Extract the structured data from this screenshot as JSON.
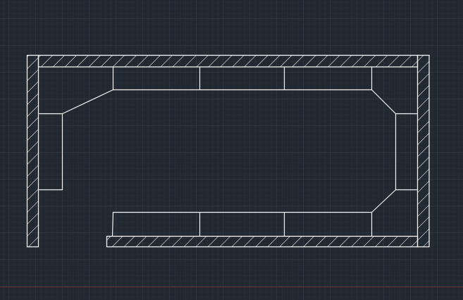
{
  "canvas": {
    "background_color": "#212830",
    "grid_minor_color": "#2a3240",
    "grid_major_color": "#354056",
    "x_axis_color": "#6a2a2e",
    "line_color": "#f2f2f2"
  },
  "drawing": {
    "type": "floor-plan",
    "elements": [
      "wall-left",
      "wall-top",
      "wall-right",
      "wall-bottom",
      "counter-top",
      "counter-left",
      "counter-right",
      "counter-bottom"
    ]
  }
}
